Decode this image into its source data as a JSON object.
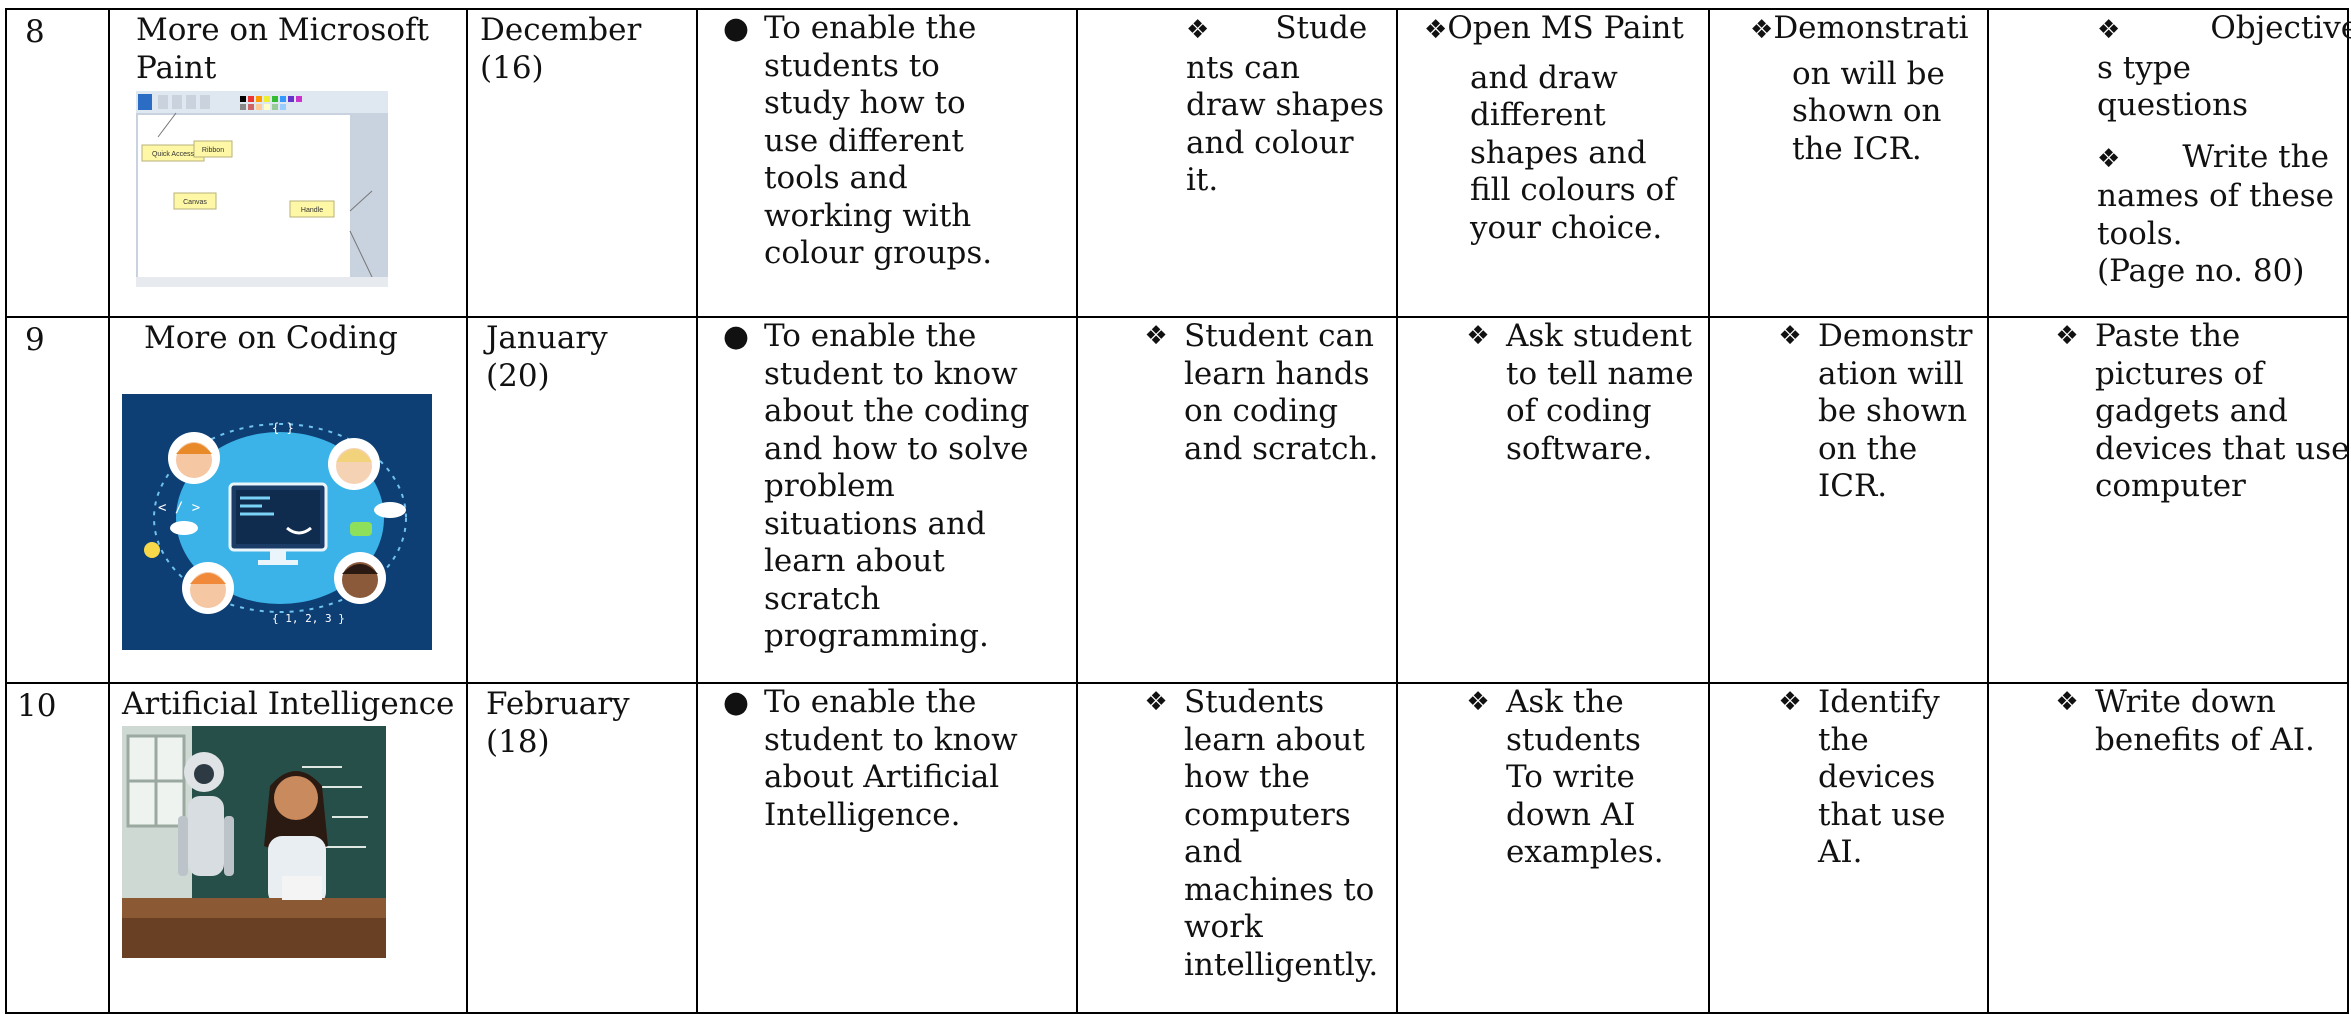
{
  "rows": [
    {
      "num": "8",
      "topic_lines": [
        "More on Microsoft",
        "Paint"
      ],
      "image_labels": [
        "Quick Access",
        "Ribbon",
        "Canvas",
        "Handle"
      ],
      "month": "December",
      "periods": "(16)",
      "objective": [
        "To enable the",
        "students to",
        "study how to",
        "use different",
        "tools and",
        "working with",
        "colour groups."
      ],
      "outcome": [
        "Stude",
        "nts can",
        "draw shapes",
        "and colour",
        "it."
      ],
      "activity": [
        "Open MS Paint",
        "and draw",
        "different",
        "shapes and",
        "fill colours of",
        "your choice."
      ],
      "resource": [
        "Demonstrati",
        "on will be",
        "shown on",
        "the ICR."
      ],
      "assessment_1": [
        "Objective",
        "s type",
        "questions"
      ],
      "assessment_2": [
        "Write the",
        "names of these",
        "tools.",
        "(Page no. 80)"
      ]
    },
    {
      "num": "9",
      "topic_lines": [
        "More on Coding"
      ],
      "image_labels": [
        "< / >",
        "{ }",
        "{ 1, 2, 3 }"
      ],
      "month": "January",
      "periods": "(20)",
      "objective": [
        "To enable the",
        "student to know",
        "about the coding",
        "and how to solve",
        "problem",
        "situations and",
        "learn about",
        "scratch",
        "programming."
      ],
      "outcome": [
        "Student can",
        "learn hands",
        "on coding",
        "and scratch."
      ],
      "activity": [
        "Ask student",
        "to tell name",
        "of  coding",
        "software."
      ],
      "resource": [
        "Demonstr",
        "ation will",
        "be shown",
        "on the",
        "ICR."
      ],
      "assessment_1": [
        "Paste the",
        "pictures of",
        "gadgets and",
        "devices that use",
        "computer"
      ]
    },
    {
      "num": "10",
      "topic_lines": [
        "Artificial Intelligence"
      ],
      "month": "February",
      "periods": "(18)",
      "objective": [
        "To enable the",
        "student to know",
        "about Artificial",
        "Intelligence."
      ],
      "outcome": [
        "Students",
        "learn about",
        "how the",
        "computers",
        "and",
        "machines to",
        "work",
        "intelligently."
      ],
      "activity": [
        "Ask the",
        "students",
        "To write",
        "down AI",
        "examples."
      ],
      "resource": [
        "Identify",
        "the",
        "devices",
        "that use",
        "AI."
      ],
      "assessment_1": [
        "Write down",
        "benefits of AI."
      ]
    }
  ],
  "symbols": {
    "bullet": "●",
    "diamond": "❖"
  },
  "colors": {
    "coding_bg": "#0e3f74",
    "coding_circle": "#3bb3e8",
    "note_yellow": "#fdf7a6"
  }
}
